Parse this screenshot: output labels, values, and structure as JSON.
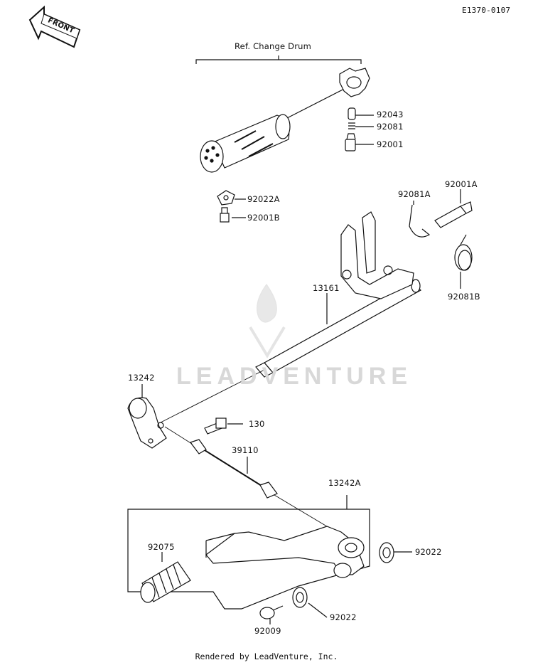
{
  "header": {
    "diagram_code": "E1370-0107",
    "front_badge": "FRONT",
    "ref_label": "Ref.  Change Drum"
  },
  "parts": [
    {
      "id": "p1",
      "number": "92043"
    },
    {
      "id": "p2",
      "number": "92081"
    },
    {
      "id": "p3",
      "number": "92001"
    },
    {
      "id": "p4",
      "number": "92022A"
    },
    {
      "id": "p5",
      "number": "92001B"
    },
    {
      "id": "p6",
      "number": "92081A"
    },
    {
      "id": "p7",
      "number": "92001A"
    },
    {
      "id": "p8",
      "number": "92081B"
    },
    {
      "id": "p9",
      "number": "13161"
    },
    {
      "id": "p10",
      "number": "13242"
    },
    {
      "id": "p11",
      "number": "130"
    },
    {
      "id": "p12",
      "number": "39110"
    },
    {
      "id": "p13",
      "number": "13242A"
    },
    {
      "id": "p14",
      "number": "92075"
    },
    {
      "id": "p15",
      "number": "92022"
    },
    {
      "id": "p16",
      "number": "92022"
    },
    {
      "id": "p17",
      "number": "92009"
    }
  ],
  "watermark": "LEADVENTURE",
  "footer": "Rendered by LeadVenture, Inc."
}
